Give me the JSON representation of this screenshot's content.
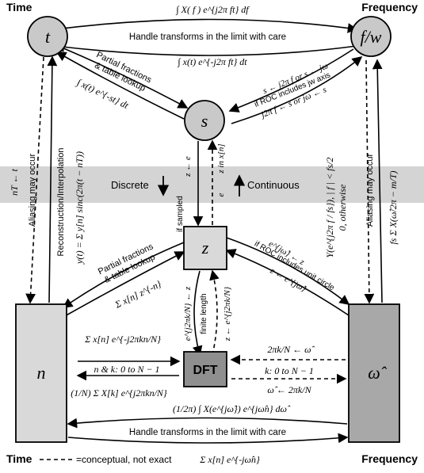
{
  "corners": {
    "top_left": "Time",
    "top_right": "Frequency",
    "bottom_left": "Time",
    "bottom_right": "Frequency"
  },
  "nodes": {
    "t": "t",
    "fw": "f/w",
    "s": "s",
    "z": "z",
    "n": "n",
    "dft": "DFT",
    "omega_hat": "ω̂"
  },
  "band": {
    "discrete": "Discrete",
    "continuous": "Continuous",
    "if_sampled": "if sampled",
    "z_est_left": "z ← e",
    "z_est_right": "e",
    "z_in_xn": "z in x[n]"
  },
  "labels": {
    "top_formula": "∫ X( f ) e^{j2π ft} df",
    "handle_top": "Handle transforms in the limit with care",
    "fw_formula": "∫ x(t) e^{-j2π ft} dt",
    "partial_top": "Partial fractions",
    "table_top": "& table lookup",
    "laplace": "∫ x(t) e^{-st} dt",
    "s_to_f": "s ← j2π f  or  s ← jω",
    "roc_jw": "if ROC includes jw axis",
    "f_to_s": "j2π f ← s or jω ← s",
    "recon": "Reconstruction/Interpolation",
    "recon_formula": "y(t) = Σ y[n] sinc(2π(t − nT))",
    "nT": "nT ← t",
    "aliasing_left": "Aliasing may occur",
    "aliasing_right": "Aliasing may occur",
    "piecewise_1": "Y(e^{j2π f / fs}),   | f | < fs/2",
    "piecewise_2": "0,                     otherwise",
    "fs_sum": "fs Σ X(ω̂/2π − m/T)",
    "partial_bot": "Partial fractions",
    "table_bot": "& table lookup",
    "ztrans": "Σ x[n] z^{-n}",
    "roc_unit": "if ROC includes unit circle",
    "e_jw_z": "e^{jω̂} ← z",
    "z_e_jw": "z ← e^{jω̂}",
    "e_2pik": "e^{j2πk/N} ← z",
    "z_e_2pik": "z ← e^{j2πk/N}",
    "finite": "finite length",
    "dft_sum": "Σ x[n] e^{-j2πkn/N}",
    "n_k": "n & k: 0 to N − 1",
    "idft": "(1/N) Σ X[k] e^{j2πkn/N}",
    "k_to_omega": "2πk/N ← ω̂",
    "k_range": "k: 0 to N − 1",
    "omega_to_k": "ω̂ ← 2πk/N",
    "idtft": "(1/2π) ∫ X(e^{jω̂}) e^{jω̂n} dω̂",
    "handle_bot": "Handle transforms in the limit with care",
    "legend": "=conceptual, not exact",
    "dtft": "Σ x[n] e^{-jω̂n}"
  },
  "colors": {
    "circle_fill": "#c9c9c9",
    "box_fill": "#d9d9d9",
    "omega_box_fill": "#a8a8a8",
    "dft_fill": "#8f8f8f",
    "band_fill": "#d4d4d4"
  }
}
